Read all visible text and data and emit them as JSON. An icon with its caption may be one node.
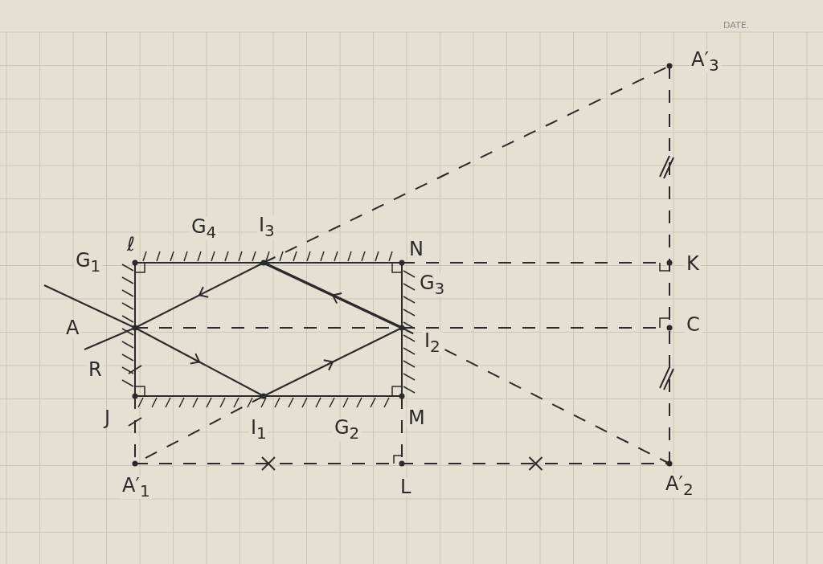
{
  "diagram": {
    "labels": [
      "DATE.",
      "ℓ",
      "G$_{4}$",
      "I$_{3}$",
      "N",
      "G$_{1}$",
      "G$_{3}$",
      "A",
      "I$_{2}$",
      "K",
      "C",
      "R",
      "J",
      "I$_{1}$",
      "G$_{2}$",
      "M",
      "A′$_{1}$",
      "L",
      "A′$_{2}$",
      "A′$_{3}$"
    ]
  }
}
